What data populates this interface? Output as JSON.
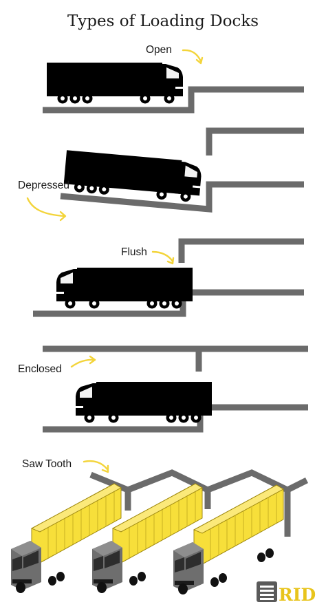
{
  "title": "Types of Loading Docks",
  "docks": [
    {
      "label": "Open"
    },
    {
      "label": "Depressed"
    },
    {
      "label": "Flush"
    },
    {
      "label": "Enclosed"
    },
    {
      "label": "Saw Tooth"
    }
  ],
  "logo": {
    "text": "RID"
  },
  "colors": {
    "background": "#ffffff",
    "dock_structure": "#6b6b6b",
    "truck_silhouette": "#000000",
    "accent_yellow": "#f3d43a",
    "trailer_yellow": "#f7df3a",
    "cab_gray": "#707070",
    "text": "#1a1a1a"
  },
  "icons": [
    "curved-arrow-icon",
    "truck-silhouette-icon",
    "yellow-truck-icon",
    "rid-logo-icon"
  ]
}
